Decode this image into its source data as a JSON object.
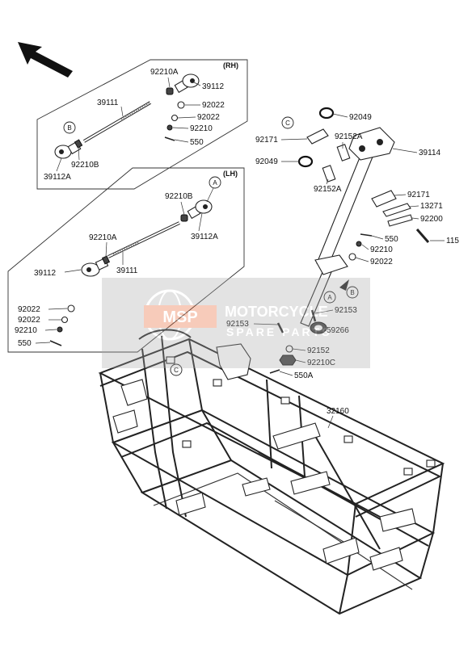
{
  "arrow_icon": "front-direction-arrow",
  "groups": {
    "rh": {
      "label": "(RH)"
    },
    "lh": {
      "label": "(LH)"
    }
  },
  "callouts": {
    "a": "A",
    "b": "B",
    "c": "C"
  },
  "labels": {
    "rh_92210A": "92210A",
    "rh_39112": "39112",
    "rh_39111": "39111",
    "rh_92022a": "92022",
    "rh_92022b": "92022",
    "rh_92210": "92210",
    "rh_550": "550",
    "rh_92210B": "92210B",
    "rh_39112A": "39112A",
    "lh_92210B": "92210B",
    "lh_39112A": "39112A",
    "lh_92210A": "92210A",
    "lh_39111": "39111",
    "lh_39112": "39112",
    "lh_92022a": "92022",
    "lh_92022b": "92022",
    "lh_92210": "92210",
    "lh_550": "550",
    "st_92049a": "92049",
    "st_92171a": "92171",
    "st_92152Aa": "92152A",
    "st_92049b": "92049",
    "st_39114": "39114",
    "st_92152Ab": "92152A",
    "st_92171b": "92171",
    "st_13271": "13271",
    "st_92200": "92200",
    "st_550": "550",
    "st_115": "115",
    "st_92210": "92210",
    "st_92022": "92022",
    "st_92153a": "92153",
    "st_92153b": "92153",
    "st_59266": "59266",
    "st_92152": "92152",
    "st_92210C": "92210C",
    "st_550A": "550A",
    "frame_32160": "32160"
  },
  "watermark": {
    "logo": "MSP",
    "title": "MOTORCYCLE",
    "subtitle": "SPARE PARTS"
  }
}
